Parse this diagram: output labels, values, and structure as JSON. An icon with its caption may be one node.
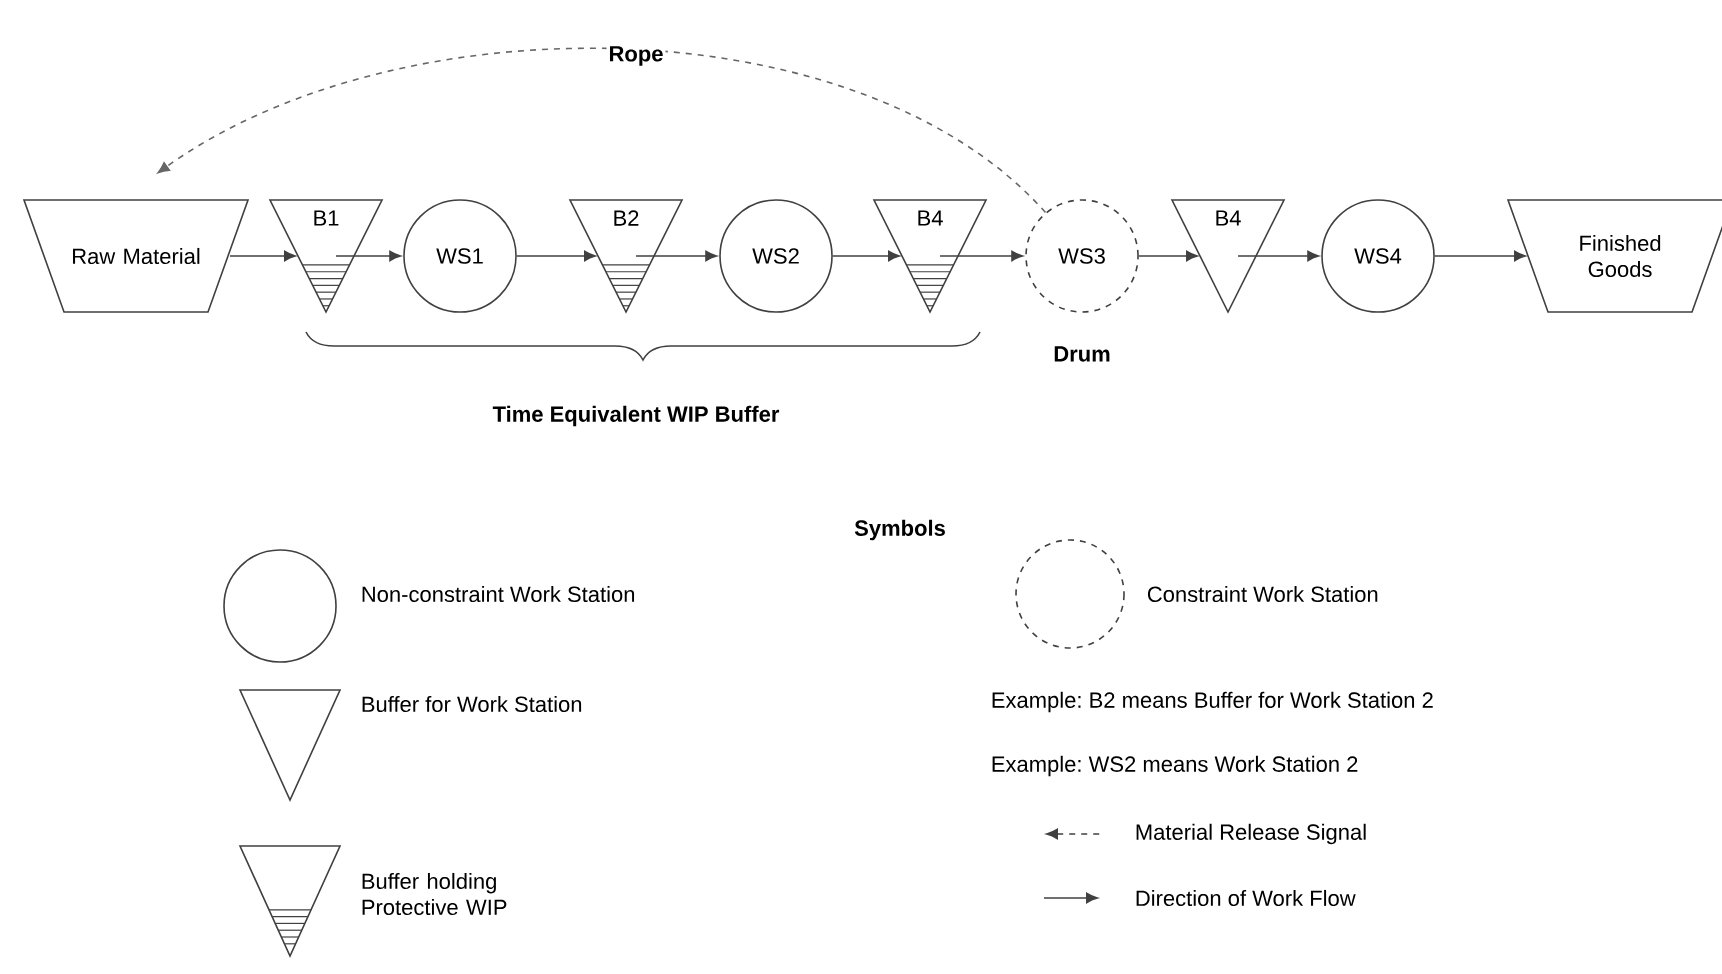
{
  "diagram": {
    "nodes": [
      {
        "text": [
          "Raw Material"
        ]
      },
      {
        "text": [
          "B1"
        ]
      },
      {
        "text": [
          "WS1"
        ]
      },
      {
        "text": [
          "B2"
        ]
      },
      {
        "text": [
          "WS2"
        ]
      },
      {
        "text": [
          "B4"
        ]
      },
      {
        "text": [
          "WS3"
        ],
        "beside": [
          "Drum"
        ]
      },
      {
        "text": [
          "B4"
        ]
      },
      {
        "text": [
          "WS4"
        ]
      },
      {
        "text": [
          "Finished Goods"
        ]
      }
    ],
    "edges": [
      {
        "from": 0,
        "to": 1,
        "arrow": "to"
      },
      {
        "from": 1,
        "to": 2,
        "arrow": "to"
      },
      {
        "from": 2,
        "to": 3,
        "arrow": "to"
      },
      {
        "from": 3,
        "to": 4,
        "arrow": "to"
      },
      {
        "from": 4,
        "to": 5,
        "arrow": "to"
      },
      {
        "from": 5,
        "to": 6,
        "arrow": "to"
      },
      {
        "from": 6,
        "to": 7,
        "arrow": "to"
      },
      {
        "from": 7,
        "to": 8,
        "arrow": "to"
      },
      {
        "from": 8,
        "to": 9,
        "arrow": "to"
      },
      {
        "from": 6,
        "to": 0,
        "arrow": "to",
        "label": "Rope",
        "style": "dashed",
        "color": "#666666"
      }
    ],
    "labels": [
      "Time Equivalent WIP Buffer",
      "Symbols",
      "Example: B2 means Buffer for Work Station 2",
      "Example: WS2 means Work Station 2"
    ],
    "legend": [
      {
        "text": "Non-constraint Work Station"
      },
      {
        "text": "Constraint Work Station"
      },
      {
        "text": "Buffer for Work Station"
      },
      {
        "text": "Buffer holding Protective WIP"
      },
      {
        "text": "Material Release Signal"
      },
      {
        "text": "Direction of Work Flow"
      }
    ]
  }
}
